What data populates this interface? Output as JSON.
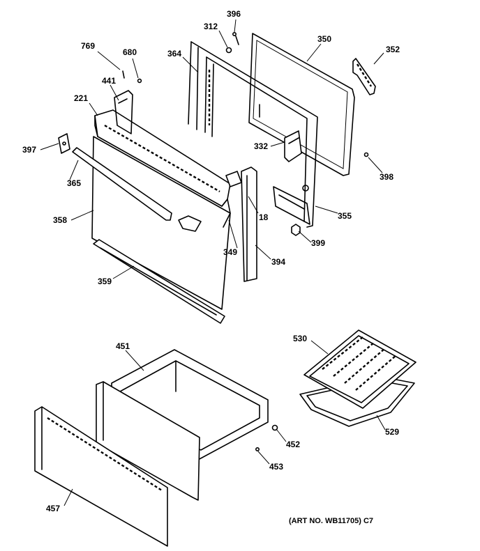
{
  "diagram": {
    "part_labels": [
      {
        "id": "396",
        "text": "396"
      },
      {
        "id": "312",
        "text": "312"
      },
      {
        "id": "350",
        "text": "350"
      },
      {
        "id": "352",
        "text": "352"
      },
      {
        "id": "769",
        "text": "769"
      },
      {
        "id": "680",
        "text": "680"
      },
      {
        "id": "364",
        "text": "364"
      },
      {
        "id": "441",
        "text": "441"
      },
      {
        "id": "221",
        "text": "221"
      },
      {
        "id": "332",
        "text": "332"
      },
      {
        "id": "397",
        "text": "397"
      },
      {
        "id": "398",
        "text": "398"
      },
      {
        "id": "365",
        "text": "365"
      },
      {
        "id": "18",
        "text": "18"
      },
      {
        "id": "355",
        "text": "355"
      },
      {
        "id": "358",
        "text": "358"
      },
      {
        "id": "349",
        "text": "349"
      },
      {
        "id": "399",
        "text": "399"
      },
      {
        "id": "394",
        "text": "394"
      },
      {
        "id": "359",
        "text": "359"
      },
      {
        "id": "530",
        "text": "530"
      },
      {
        "id": "451",
        "text": "451"
      },
      {
        "id": "452",
        "text": "452"
      },
      {
        "id": "529",
        "text": "529"
      },
      {
        "id": "453",
        "text": "453"
      },
      {
        "id": "457",
        "text": "457"
      }
    ],
    "art_number": "(ART NO. WB11705) C7"
  }
}
